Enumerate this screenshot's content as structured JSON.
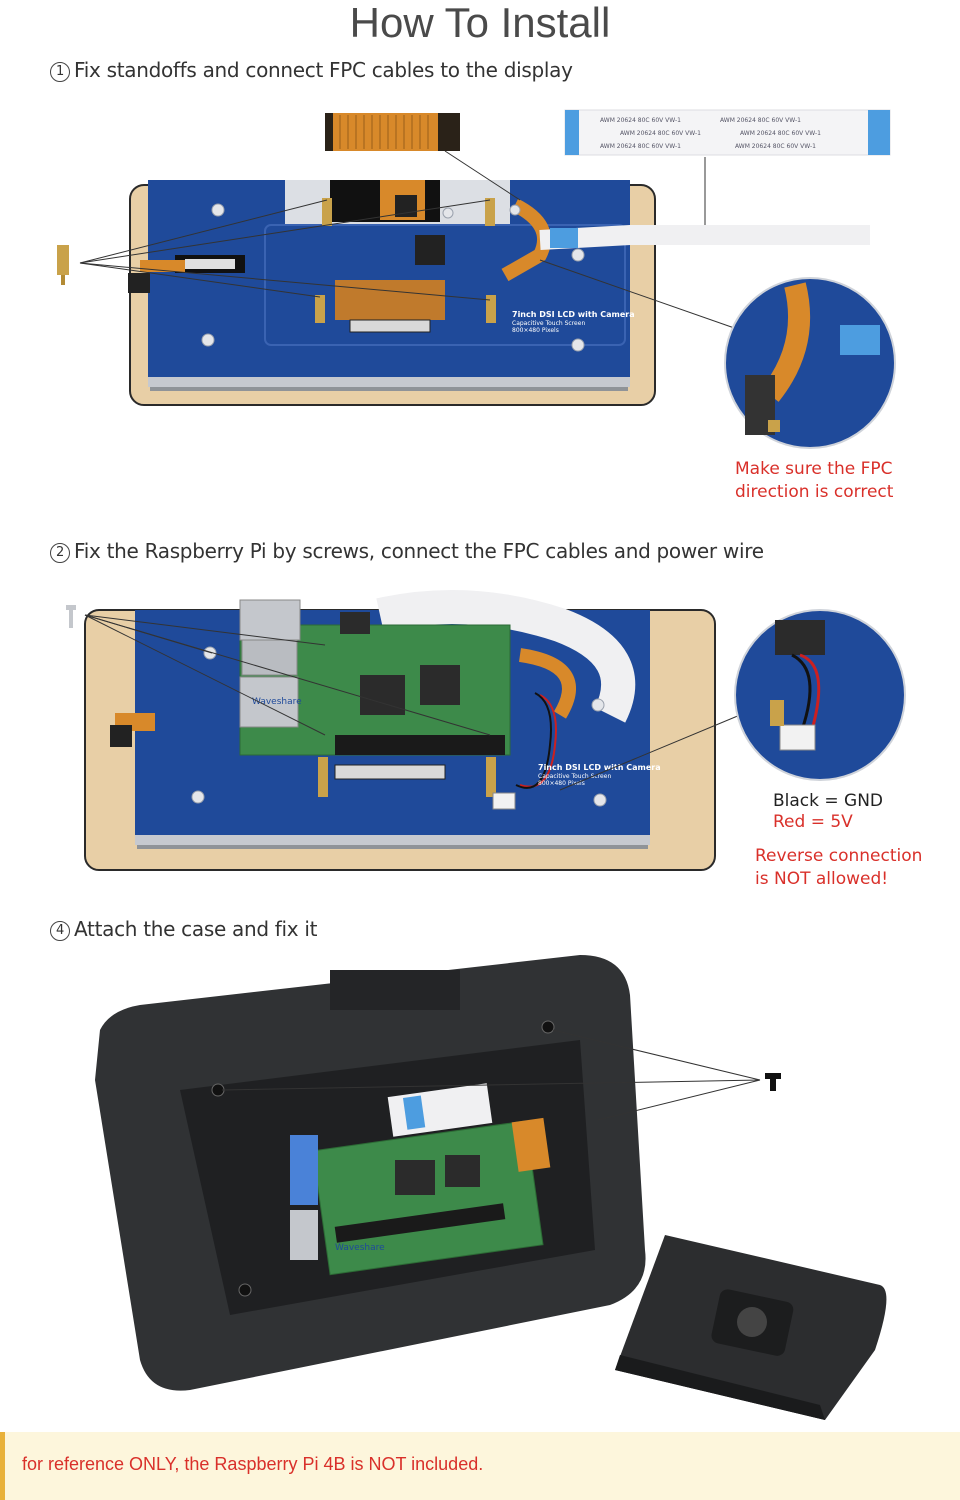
{
  "header": {
    "title": "How To Install"
  },
  "steps": [
    {
      "num": "1",
      "text": "Fix standoffs and connect FPC cables to the display"
    },
    {
      "num": "2",
      "text": "Fix the Raspberry Pi by screws, connect the FPC cables and power wire"
    },
    {
      "num": "4",
      "text": "Attach the case and fix it"
    }
  ],
  "step1": {
    "board_label_1": "7inch DSI LCD with Camera",
    "board_label_2": "Capacitive Touch Screen",
    "board_label_3": "800×480 Pixels",
    "cable_text": "AWM 20624 80C 60V VW-1",
    "note_line_1": "Make sure the FPC",
    "note_line_2": "direction is correct"
  },
  "step2": {
    "silk_brand": "Waveshare",
    "board_label_1": "7inch DSI LCD with Camera",
    "board_label_2": "Capacitive Touch Screen",
    "board_label_3": "800×480 Pixels",
    "wire_black": "Black = GND",
    "wire_red": "Red = 5V",
    "warning_line_1": "Reverse connection",
    "warning_line_2": "is NOT allowed!"
  },
  "step4": {
    "silk_brand": "Waveshare"
  },
  "footer": {
    "note": "for reference ONLY, the Raspberry Pi 4B is NOT included."
  },
  "colors": {
    "accent_red": "#d9302a",
    "pcb_blue": "#1f4a9a",
    "pi_green": "#3d8a4a",
    "fpc_orange": "#d8892a",
    "footer_bg": "#fdf6dc",
    "footer_bar": "#e8b13a"
  }
}
